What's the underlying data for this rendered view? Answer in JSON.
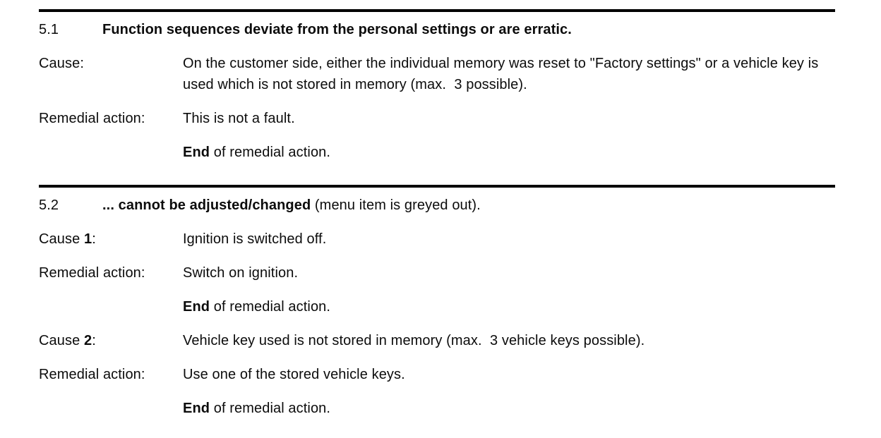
{
  "document": {
    "sections": [
      {
        "number": "5.1",
        "title_bold": "Function sequences deviate from the personal settings or are erratic.",
        "title_regular": "",
        "rows": [
          {
            "label_pre": "Cause",
            "label_bold": "",
            "label_post": ":",
            "lead_bold": "",
            "text": "On the customer side, either the individual memory was reset to \"Factory settings\" or a vehicle key is used which is not stored in memory (max.  3 possible)."
          },
          {
            "label_pre": "Remedial action",
            "label_bold": "",
            "label_post": ":",
            "lead_bold": "",
            "text": "This is not a fault."
          },
          {
            "label_pre": "",
            "label_bold": "",
            "label_post": "",
            "lead_bold": "End",
            "text": " of remedial action."
          }
        ]
      },
      {
        "number": "5.2",
        "title_bold": "... cannot be adjusted/changed",
        "title_regular": " (menu item is greyed out).",
        "rows": [
          {
            "label_pre": "Cause ",
            "label_bold": "1",
            "label_post": ":",
            "lead_bold": "",
            "text": "Ignition is switched off."
          },
          {
            "label_pre": "Remedial action",
            "label_bold": "",
            "label_post": ":",
            "lead_bold": "",
            "text": "Switch on ignition."
          },
          {
            "label_pre": "",
            "label_bold": "",
            "label_post": "",
            "lead_bold": "End",
            "text": " of remedial action."
          },
          {
            "label_pre": "Cause ",
            "label_bold": "2",
            "label_post": ":",
            "lead_bold": "",
            "text": "Vehicle key used is not stored in memory (max.  3 vehicle keys possible)."
          },
          {
            "label_pre": "Remedial action",
            "label_bold": "",
            "label_post": ":",
            "lead_bold": "",
            "text": "Use one of the stored vehicle keys."
          },
          {
            "label_pre": "",
            "label_bold": "",
            "label_post": "",
            "lead_bold": "End",
            "text": " of remedial action."
          }
        ]
      }
    ]
  }
}
